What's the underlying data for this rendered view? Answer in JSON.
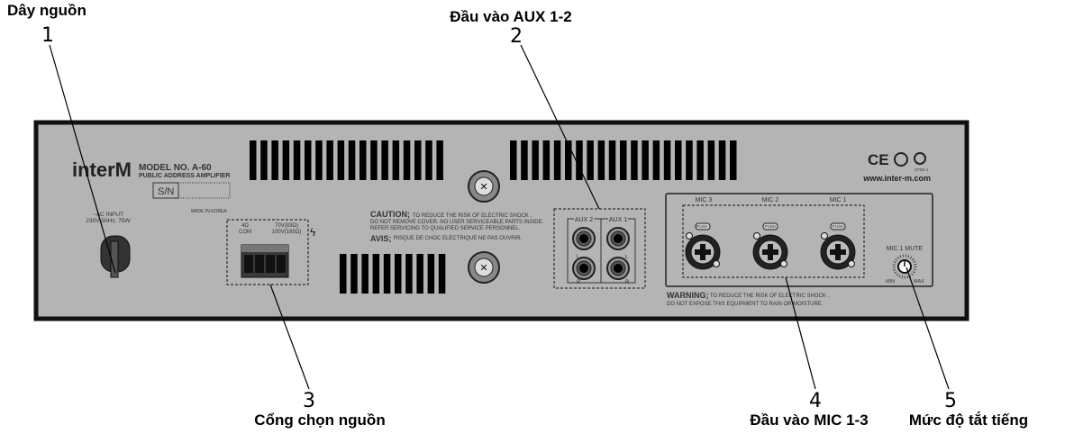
{
  "callouts": [
    {
      "number": "1",
      "label": "Dây nguồn"
    },
    {
      "number": "2",
      "label": "Đầu vào AUX 1-2"
    },
    {
      "number": "3",
      "label": "Cổng chọn nguồn"
    },
    {
      "number": "4",
      "label": "Đầu vào MIC 1-3"
    },
    {
      "number": "5",
      "label": "Mức độ tắt tiếng"
    }
  ],
  "panel": {
    "brand": "interM",
    "model": "MODEL NO. A-60",
    "subtitle": "PUBLIC ADDRESS AMPLIFIER",
    "sn": "S/N",
    "made_in": "MADE IN KOREA",
    "ac_input": [
      "~AC INPUT",
      "230V 50Hz, 75W"
    ],
    "speaker": {
      "left": [
        "4Ω",
        "COM"
      ],
      "right": [
        "70V(83Ω)",
        "100V(165Ω)"
      ]
    },
    "caution_title": "CAUTION;",
    "caution_lines": [
      "TO REDUCE THE RISK OF ELECTRIC SHOCK ,",
      "DO NOT REMOVE COVER. NO USER SERVICEABLE PARTS INSIDE.",
      "REFER SERVICING TO QUALIFIED SERVICE PERSONNEL."
    ],
    "avis_title": "AVIS;",
    "avis_text": "RISQUE DE CHOC ELECTRIQUE NE PAS OUVRIR.",
    "aux_labels": [
      "AUX 2",
      "AUX 1"
    ],
    "lr": [
      "L",
      "R"
    ],
    "mic_labels": [
      "MIC 3",
      "MIC 2",
      "MIC 1"
    ],
    "push": "PUSH",
    "mute_label": "MIC 1 MUTE",
    "min": "MIN",
    "max": "MAX",
    "cert": "CE",
    "cert_code": "ОП02 1",
    "website": "www.inter-m.com",
    "warning_title": "WARNING;",
    "warning_lines": [
      "TO REDUCE THE RISK OF ELECTRIC SHOCK ,",
      "DO NOT EXPOSE THIS EQUIPMENT TO RAIN OR MOISTURE."
    ]
  },
  "colors": {
    "panel": "#b4b4b4",
    "border": "#111111"
  }
}
